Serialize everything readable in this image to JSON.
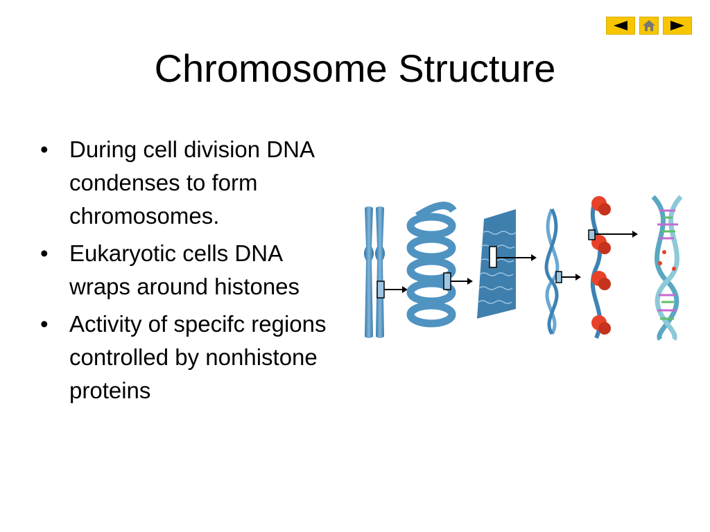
{
  "slide": {
    "title": "Chromosome Structure",
    "bullets": [
      "During cell division DNA condenses to form chromosomes.",
      "Eukaryotic cells DNA wraps around histones",
      "Activity of specifc regions controlled by nonhistone proteins"
    ],
    "bullet_glyph": "•"
  },
  "nav": {
    "buttons": [
      {
        "name": "previous",
        "icon": "triangle-left-icon"
      },
      {
        "name": "home",
        "icon": "house-icon"
      },
      {
        "name": "next",
        "icon": "triangle-right-icon"
      }
    ],
    "color": "#f7c600"
  },
  "figure": {
    "description_icons": [
      "chromosome",
      "supercoil",
      "chromatin-fiber",
      "looped-fiber",
      "nucleosomes",
      "dna-double-helix"
    ],
    "colors": {
      "dna": "#4f93c1",
      "histone": "#e8422a",
      "arrow": "#000000"
    }
  }
}
